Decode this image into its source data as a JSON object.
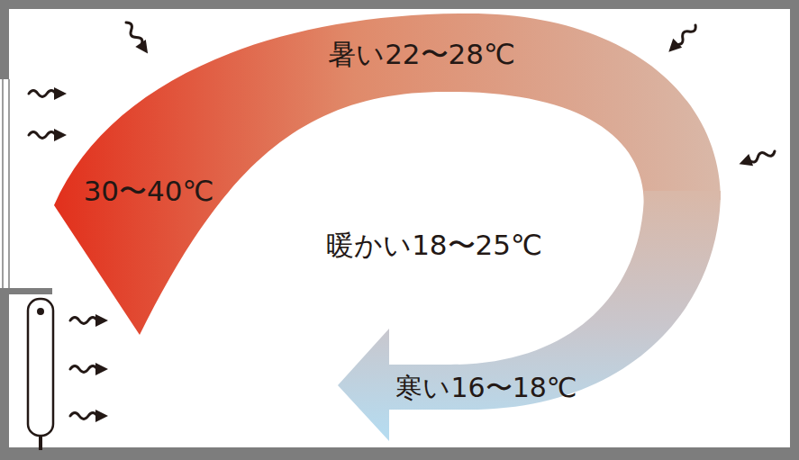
{
  "diagram": {
    "labels": [
      "暑い22〜28℃",
      "30〜40℃",
      "暖かい18〜25℃",
      "寒い16〜18℃"
    ]
  }
}
